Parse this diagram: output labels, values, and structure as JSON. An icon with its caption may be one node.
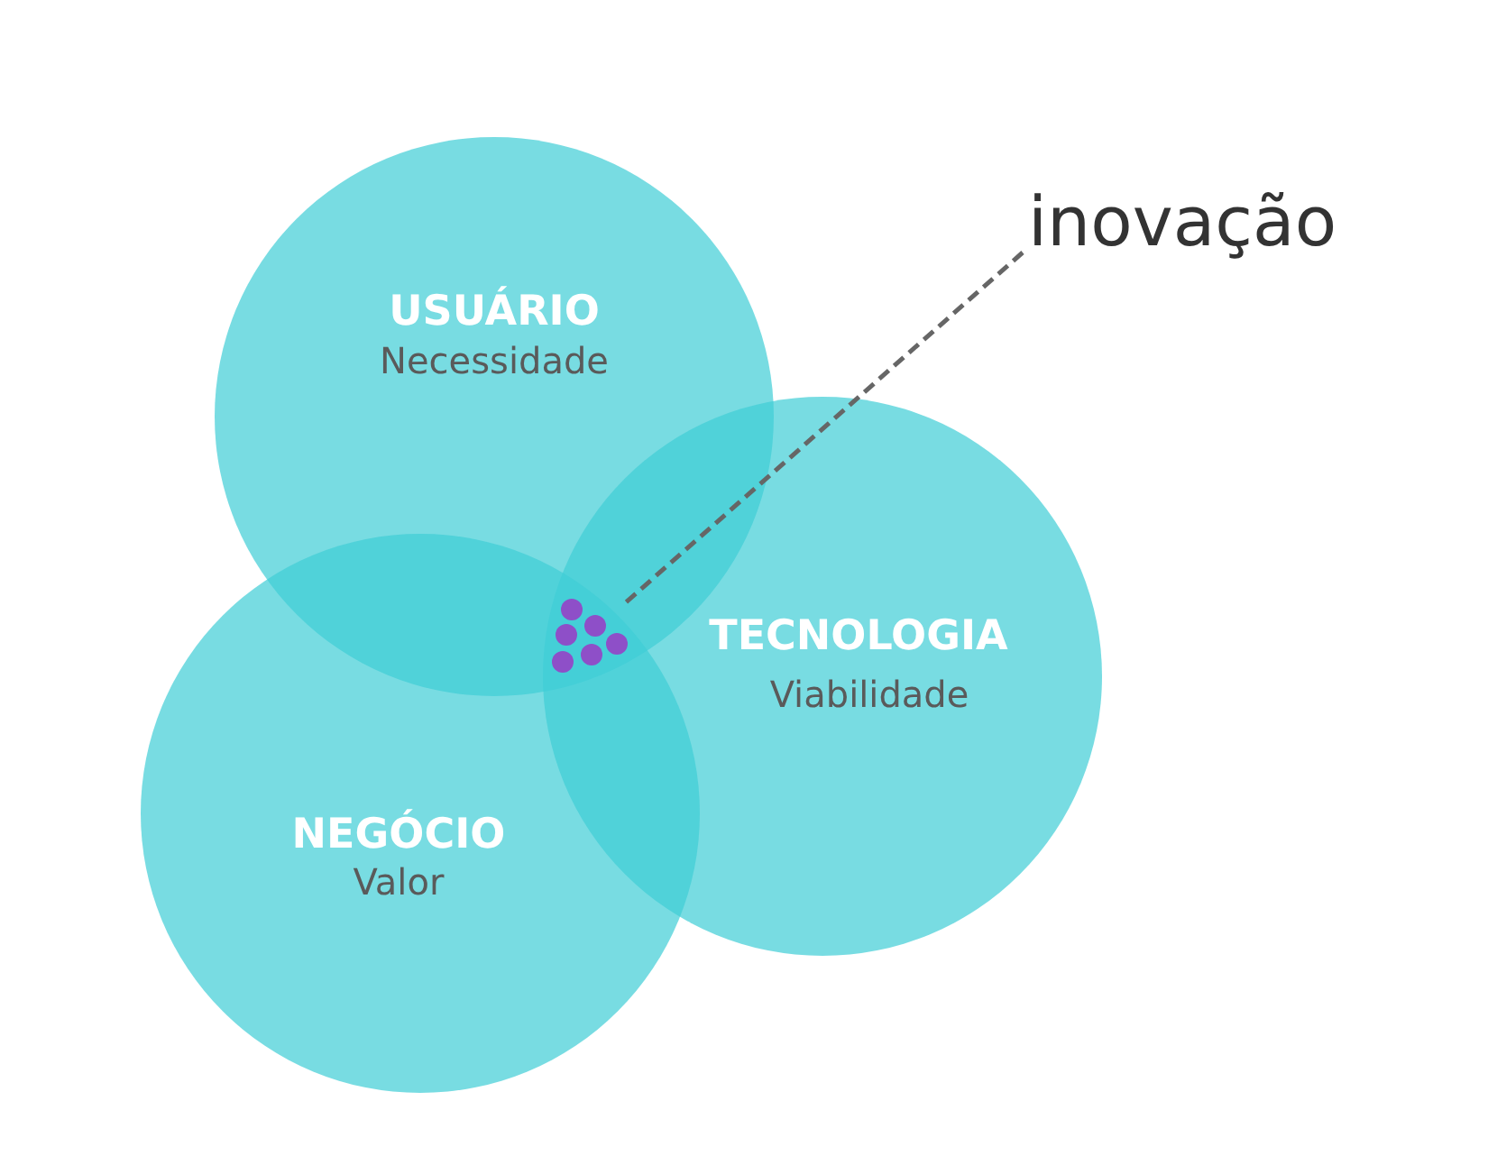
{
  "diagram": {
    "nodes": [
      {
        "text": [
          "USUÁRIO",
          "Necessidade"
        ]
      },
      {
        "text": [
          "TECNOLOGIA",
          "Viabilidade"
        ]
      },
      {
        "text": [
          "NEGÓCIO",
          "Valor"
        ]
      },
      {
        "text": [
          "inovação"
        ]
      },
      {
        "text": [],
        "shape": "circle"
      }
    ],
    "edges": [
      {
        "from": 3,
        "to": 4,
        "arrow": "none",
        "style": "dashed"
      }
    ]
  }
}
